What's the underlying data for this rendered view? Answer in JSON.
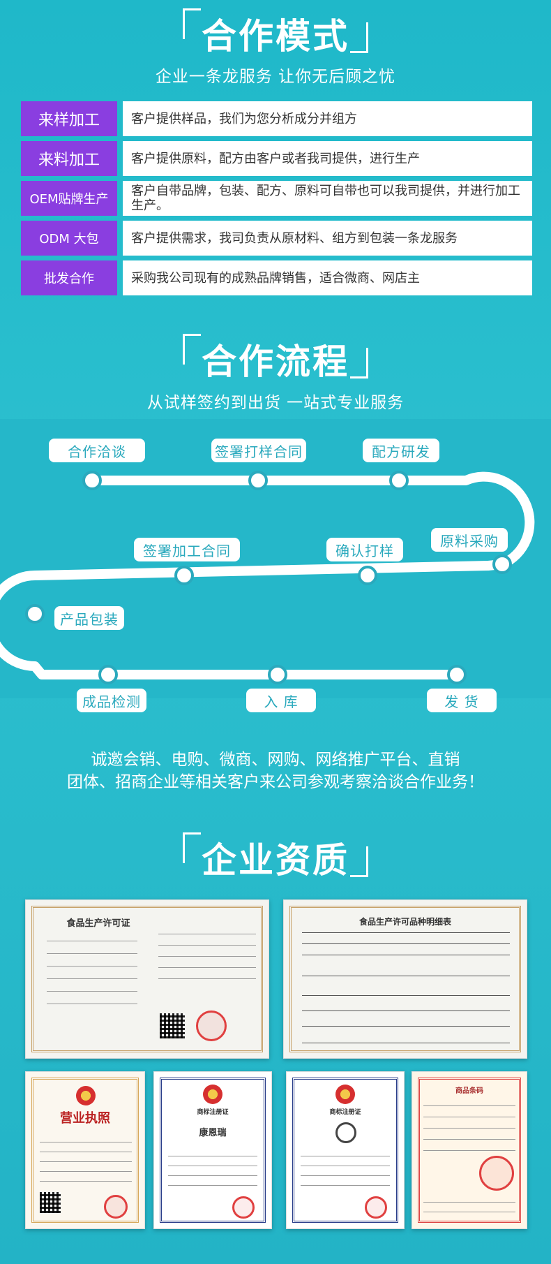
{
  "section1": {
    "title": "合作模式",
    "subtitle": "企业一条龙服务 让你无后顾之忧",
    "modes": [
      {
        "label": "来样加工",
        "desc": "客户提供样品，我们为您分析成分并组方"
      },
      {
        "label": "来料加工",
        "desc": "客户提供原料，配方由客户或者我司提供，进行生产"
      },
      {
        "label": "OEM贴牌生产",
        "desc": "客户自带品牌，包装、配方、原料可自带也可以我司提供，并进行加工生产。"
      },
      {
        "label": "ODM 大包",
        "desc": "客户提供需求，我司负责从原材料、组方到包装一条龙服务"
      },
      {
        "label": "批发合作",
        "desc": "采购我公司现有的成熟品牌销售，适合微商、网店主"
      }
    ]
  },
  "section2": {
    "title": "合作流程",
    "subtitle": "从试样签约到出货 一站式专业服务",
    "steps": [
      "合作洽谈",
      "签署打样合同",
      "配方研发",
      "原料采购",
      "确认打样",
      "签署加工合同",
      "产品包装",
      "成品检测",
      "入 库",
      "发 货"
    ],
    "invite_line1": "诚邀会销、电购、微商、网购、网络推广平台、直销",
    "invite_line2": "团体、招商企业等相关客户来公司参观考察洽谈合作业务！"
  },
  "section3": {
    "title": "企业资质",
    "certs": {
      "food_license_title": "食品生产许可证",
      "food_detail_title": "食品生产许可品种明细表",
      "business_license_title": "营业执照",
      "trademark_title": "商标注册证",
      "trademark_brand": "康恩瑞",
      "barcode_cert_title": "商品条码"
    }
  },
  "colors": {
    "accent": "#8a3ee0",
    "background": "#23b5c8",
    "tag_text": "#2aa9bd"
  }
}
